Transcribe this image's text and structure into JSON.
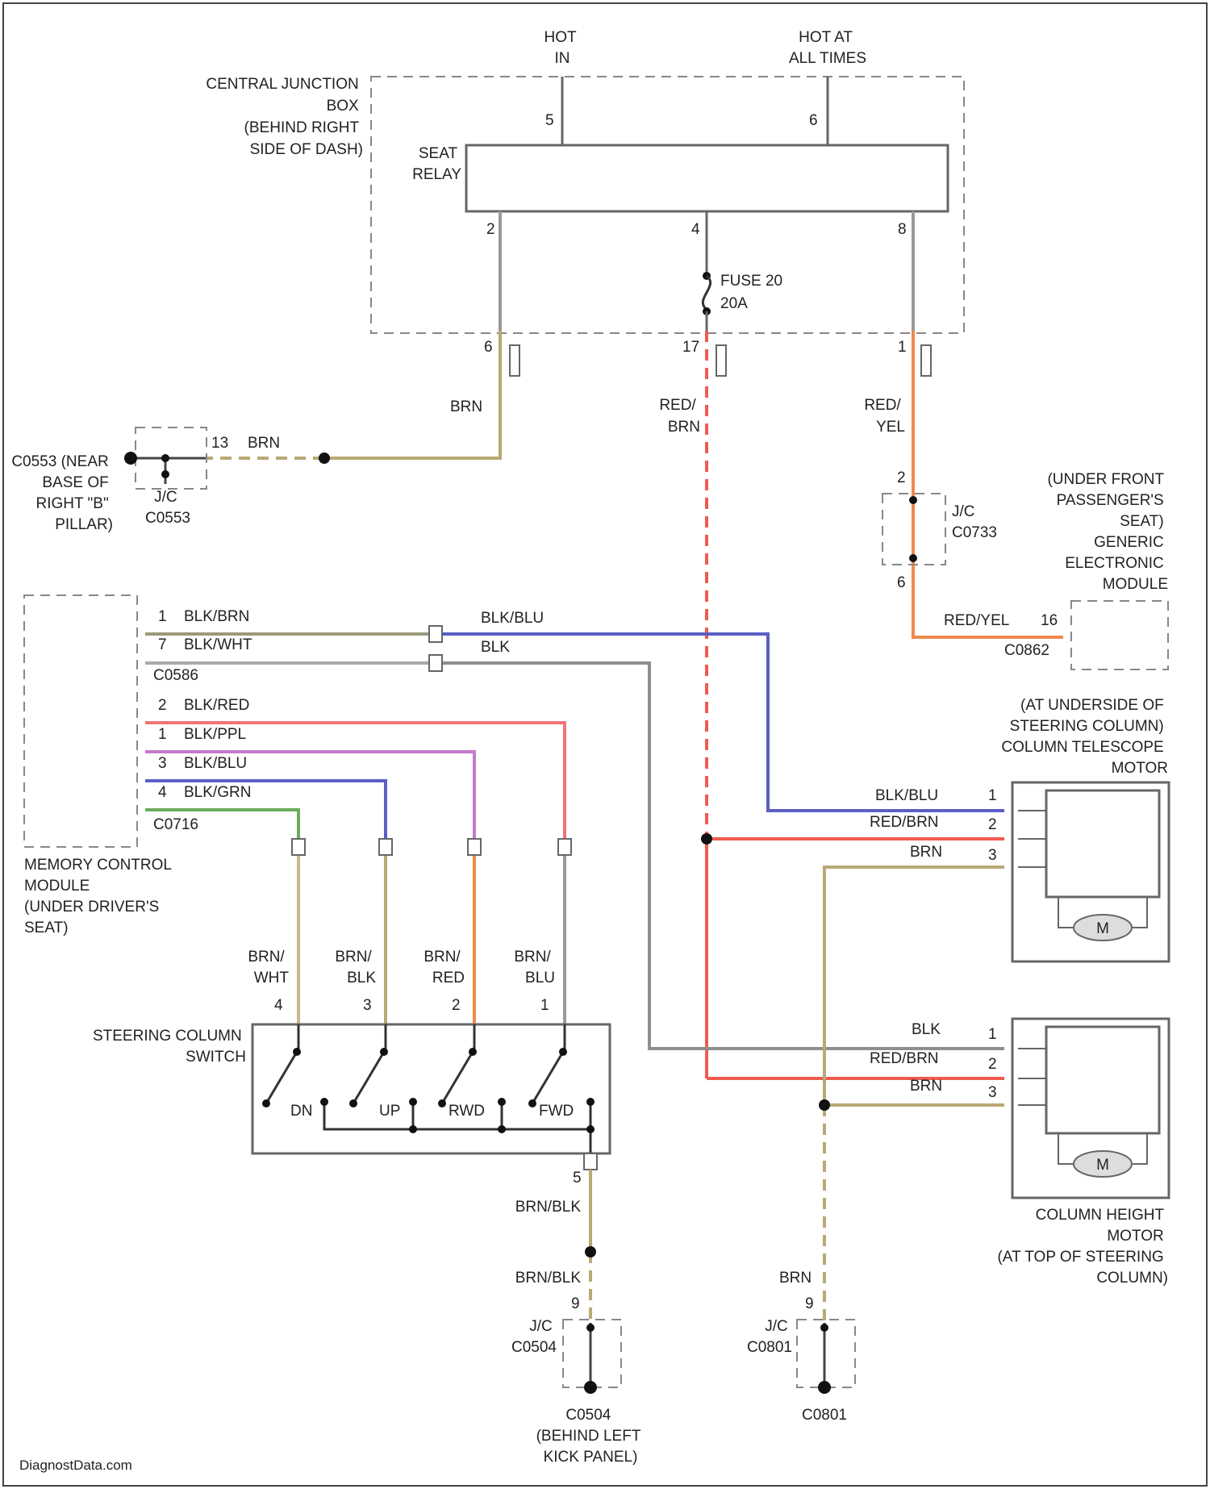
{
  "labels": {
    "hot_in": [
      "HOT",
      "IN"
    ],
    "hot_always": [
      "HOT AT",
      "ALL TIMES"
    ],
    "cjb": [
      "CENTRAL JUNCTION",
      "BOX",
      "(BEHIND RIGHT",
      "SIDE OF DASH)"
    ],
    "seat_relay": [
      "SEAT",
      "RELAY"
    ],
    "fuse": [
      "FUSE 20",
      "20A"
    ],
    "pin_hot_in": "5",
    "pin_hot_always": "6",
    "relay_pin_l": "2",
    "relay_pin_m": "4",
    "relay_pin_r": "8",
    "cjb_pin_l": "6",
    "cjb_pin_m": "17",
    "cjb_pin_r": "1",
    "wire_brn": "BRN",
    "wire_red_brn": [
      "RED/",
      "BRN"
    ],
    "wire_red_yel": [
      "RED/",
      "YEL"
    ],
    "c0553_pin": "13",
    "c0553_wire": "BRN",
    "ground_c0553": [
      "C0553 (NEAR",
      "BASE OF",
      "RIGHT \"B\"",
      "PILLAR)"
    ],
    "jc_c0553": [
      "J/C",
      "C0553"
    ],
    "jc_c0733": [
      "J/C",
      "C0733"
    ],
    "jc_c0733_pin_top": "2",
    "jc_c0733_pin_bot": "6",
    "gem": [
      "(UNDER FRONT",
      "PASSENGER'S",
      "SEAT)",
      "GENERIC",
      "ELECTRONIC",
      "MODULE"
    ],
    "gem_wire": "RED/YEL",
    "gem_pin": "16",
    "gem_conn": "C0862",
    "mcm_row1_pin": "1",
    "mcm_row1_wire": "BLK/BRN",
    "mcm_row2_pin": "7",
    "mcm_row2_wire": "BLK/WHT",
    "mcm_conn1": "C0586",
    "mcm_row3_pin": "2",
    "mcm_row3_wire": "BLK/RED",
    "mcm_row4_pin": "1",
    "mcm_row4_wire": "BLK/PPL",
    "mcm_row5_pin": "3",
    "mcm_row5_wire": "BLK/BLU",
    "mcm_row6_pin": "4",
    "mcm_row6_wire": "BLK/GRN",
    "mcm_conn2": "C0716",
    "mcm": [
      "MEMORY CONTROL",
      "MODULE",
      "(UNDER DRIVER'S",
      "SEAT)"
    ],
    "blk_blu": "BLK/BLU",
    "blk": "BLK",
    "tele_motor": [
      "(AT UNDERSIDE OF",
      "STEERING COLUMN)",
      "COLUMN TELESCOPE",
      "MOTOR"
    ],
    "tele_wire1": "BLK/BLU",
    "tele_wire2": "RED/BRN",
    "tele_wire3": "BRN",
    "height_wire1": "BLK",
    "height_wire2": "RED/BRN",
    "height_wire3": "BRN",
    "pin1": "1",
    "pin2": "2",
    "pin3": "3",
    "motor_m": "M",
    "height_motor": [
      "COLUMN HEIGHT",
      "MOTOR",
      "(AT TOP OF STEERING",
      "COLUMN)"
    ],
    "sw_wire_a": [
      "BRN/",
      "WHT"
    ],
    "sw_wire_b": [
      "BRN/",
      "BLK"
    ],
    "sw_wire_c": [
      "BRN/",
      "RED"
    ],
    "sw_wire_d": [
      "BRN/",
      "BLU"
    ],
    "sw_pin_a": "4",
    "sw_pin_b": "3",
    "sw_pin_c": "2",
    "sw_pin_d": "1",
    "sc_switch": [
      "STEERING COLUMN",
      "SWITCH"
    ],
    "sw_dn": "DN",
    "sw_up": "UP",
    "sw_rwd": "RWD",
    "sw_fwd": "FWD",
    "sw_out_pin": "5",
    "sw_out_wire1": "BRN/BLK",
    "sw_out_wire2": "BRN/BLK",
    "c0504_pin": "9",
    "jc_c0504": [
      "J/C",
      "C0504"
    ],
    "ground_c0504": [
      "C0504",
      "(BEHIND LEFT",
      "KICK PANEL)"
    ],
    "brn_lower": "BRN",
    "c0801_pin": "9",
    "jc_c0801": [
      "J/C",
      "C0801"
    ],
    "ground_c0801": "C0801",
    "watermark": "DiagnostData.com"
  },
  "colors": {
    "brn": "#b9a974",
    "red": "#ef5b4f",
    "orange": "#f0894c",
    "blue": "#5b5fc4",
    "purple": "#c47ac9",
    "green": "#6aac5a",
    "gray": "#8e8e8e",
    "redbrn": "#e8b68a"
  }
}
